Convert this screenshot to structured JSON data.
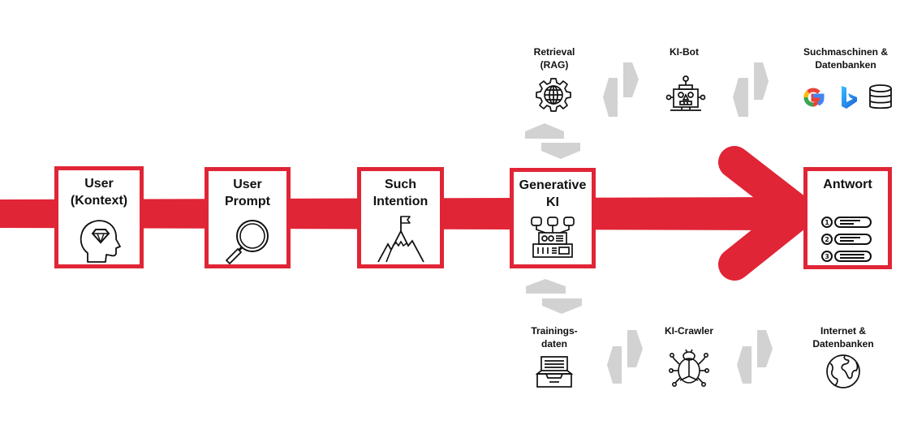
{
  "diagram": {
    "colors": {
      "accent": "#e02536",
      "connector_gray": "#d2d2d2",
      "text": "#111111"
    },
    "main_flow": [
      {
        "id": "user-context",
        "title_line1": "User",
        "title_line2": "(Kontext)",
        "icon": "head-diamond-icon"
      },
      {
        "id": "user-prompt",
        "title_line1": "User",
        "title_line2": "Prompt",
        "icon": "magnifier-icon"
      },
      {
        "id": "search-intent",
        "title_line1": "Such",
        "title_line2": "Intention",
        "icon": "mountain-flag-icon"
      },
      {
        "id": "generative-ai",
        "title_line1": "Generative",
        "title_line2": "KI",
        "icon": "ai-machine-icon"
      },
      {
        "id": "answer",
        "title_line1": "Antwort",
        "title_line2": "",
        "icon": "ranked-list-icon",
        "list_numbers": [
          "1",
          "2",
          "3"
        ]
      }
    ],
    "top_branch": [
      {
        "id": "retrieval",
        "line1": "Retrieval",
        "line2": "(RAG)",
        "icon": "gear-globe-icon"
      },
      {
        "id": "ki-bot",
        "line1": "KI-Bot",
        "line2": "",
        "icon": "robot-icon"
      },
      {
        "id": "search-engines",
        "line1": "Suchmaschinen &",
        "line2": "Datenbanken",
        "icons": [
          "google-icon",
          "bing-icon",
          "database-icon"
        ]
      }
    ],
    "bottom_branch": [
      {
        "id": "training-data",
        "line1": "Trainings-",
        "line2": "daten",
        "icon": "archive-drawer-icon"
      },
      {
        "id": "ki-crawler",
        "line1": "KI-Crawler",
        "line2": "",
        "icon": "bug-icon"
      },
      {
        "id": "internet-db",
        "line1": "Internet &",
        "line2": "Datenbanken",
        "icon": "globe-icon"
      }
    ]
  }
}
